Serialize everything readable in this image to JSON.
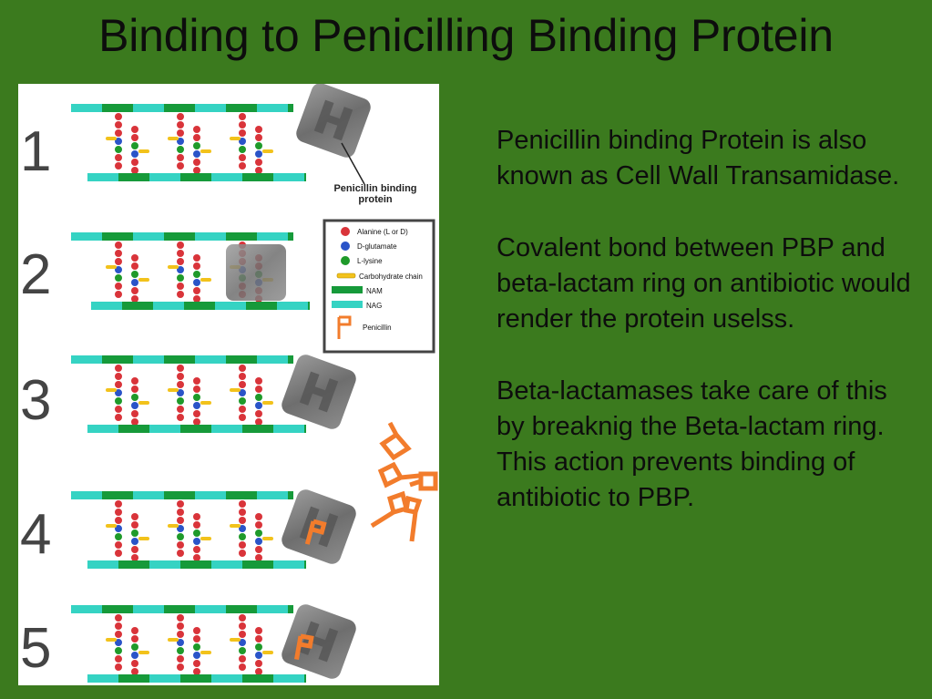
{
  "title": "Binding to Penicilling Binding Protein",
  "figure": {
    "steps": [
      "1",
      "2",
      "3",
      "4",
      "5"
    ],
    "pbp_label_line1": "Penicillin binding",
    "pbp_label_line2": "protein",
    "legend": {
      "alanine": "Alanine (L or D)",
      "glutamate": "D-glutamate",
      "lysine": "L-lysine",
      "carbohydrate": "Carbohydrate chain",
      "nam": "NAM",
      "nag": "NAG",
      "penicillin": "Penicillin"
    },
    "colors": {
      "alanine": "#d9343a",
      "glutamate": "#2a54c8",
      "lysine": "#1f9a2a",
      "carbohydrate": "#f2c21b",
      "nam": "#169a3a",
      "nag": "#35d3c3",
      "penicillin": "#f27c2c",
      "protein": "#808080"
    }
  },
  "paragraphs": [
    "Penicillin binding Protein is also known as Cell Wall Transamidase.",
    "Covalent bond between PBP and beta-lactam ring on antibiotic would render the protein uselss.",
    "Beta-lactamases take care of this by breaknig the Beta-lactam ring. This action prevents binding of antibiotic to PBP."
  ]
}
